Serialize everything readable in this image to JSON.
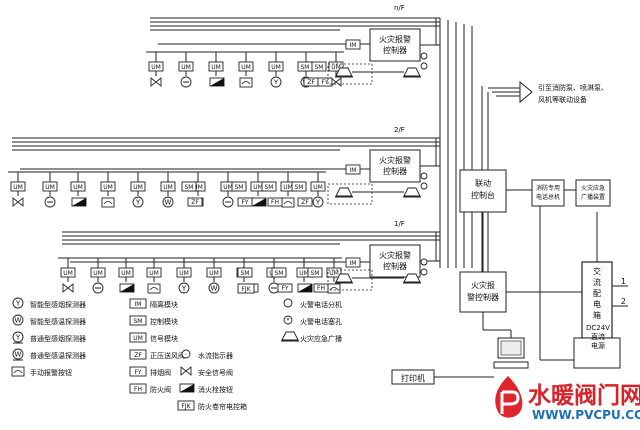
{
  "floors": [
    {
      "label": "n/F",
      "controller": "火灾报警\n控制器",
      "im": "IM"
    },
    {
      "label": "2/F",
      "controller": "火灾报警\n控制器",
      "im": "IM"
    },
    {
      "label": "1/F",
      "controller": "火灾报警\n控制器",
      "im": "IM"
    }
  ],
  "central": {
    "linkage": "联动\n控制台",
    "main_controller": "火灾报\n警控制器",
    "fire_phone": "消防专用\n电话总机",
    "broadcast": "火灾应急\n广播装置"
  },
  "ac_panel": "交\n流\n配\n电\n箱",
  "dc_power": "DC24V\n直流\n电源",
  "printer": "打印机",
  "linkage_note": "引至消防泵、喷淋泵、\n风机等联动设备",
  "ac_inputs": [
    "1",
    "2"
  ],
  "device_tags": {
    "um": "UM",
    "sm": "SM",
    "zf": "ZF",
    "fjk": "FJK",
    "fy": "FY",
    "fh": "FH"
  },
  "legend": [
    {
      "symbol": "Y",
      "text": "智能型感烟探测器"
    },
    {
      "symbol": "W",
      "text": "智能型感温探测器"
    },
    {
      "symbol": "Y",
      "text": "普通型感烟探测器"
    },
    {
      "symbol": "W",
      "text": "普通型感温探测器"
    },
    {
      "symbol": "button",
      "text": "手动报警按钮"
    },
    {
      "symbol": "IM",
      "text": "隔离模块"
    },
    {
      "symbol": "SM",
      "text": "控制模块"
    },
    {
      "symbol": "UM",
      "text": "信号模块"
    },
    {
      "symbol": "ZF",
      "text": "正压送风阀"
    },
    {
      "symbol": "FY",
      "text": "排烟阀"
    },
    {
      "symbol": "FH",
      "text": "防火阀"
    },
    {
      "symbol": "flow",
      "text": "水流指示器"
    },
    {
      "symbol": "valve",
      "text": "安全信号阀"
    },
    {
      "symbol": "hydrant",
      "text": "消火栓按钮"
    },
    {
      "symbol": "FJK",
      "text": "防火卷帘电控箱"
    },
    {
      "symbol": "phone",
      "text": "火警电话分机"
    },
    {
      "symbol": "jack",
      "text": "火警电话塞孔"
    },
    {
      "symbol": "speaker",
      "text": "火灾应急广播"
    }
  ],
  "watermark": {
    "title": "水暖阀门网",
    "url": "WWW.PVCPU.COM",
    "brand_color": "#d8232a",
    "url_color": "#1d6fb8"
  }
}
